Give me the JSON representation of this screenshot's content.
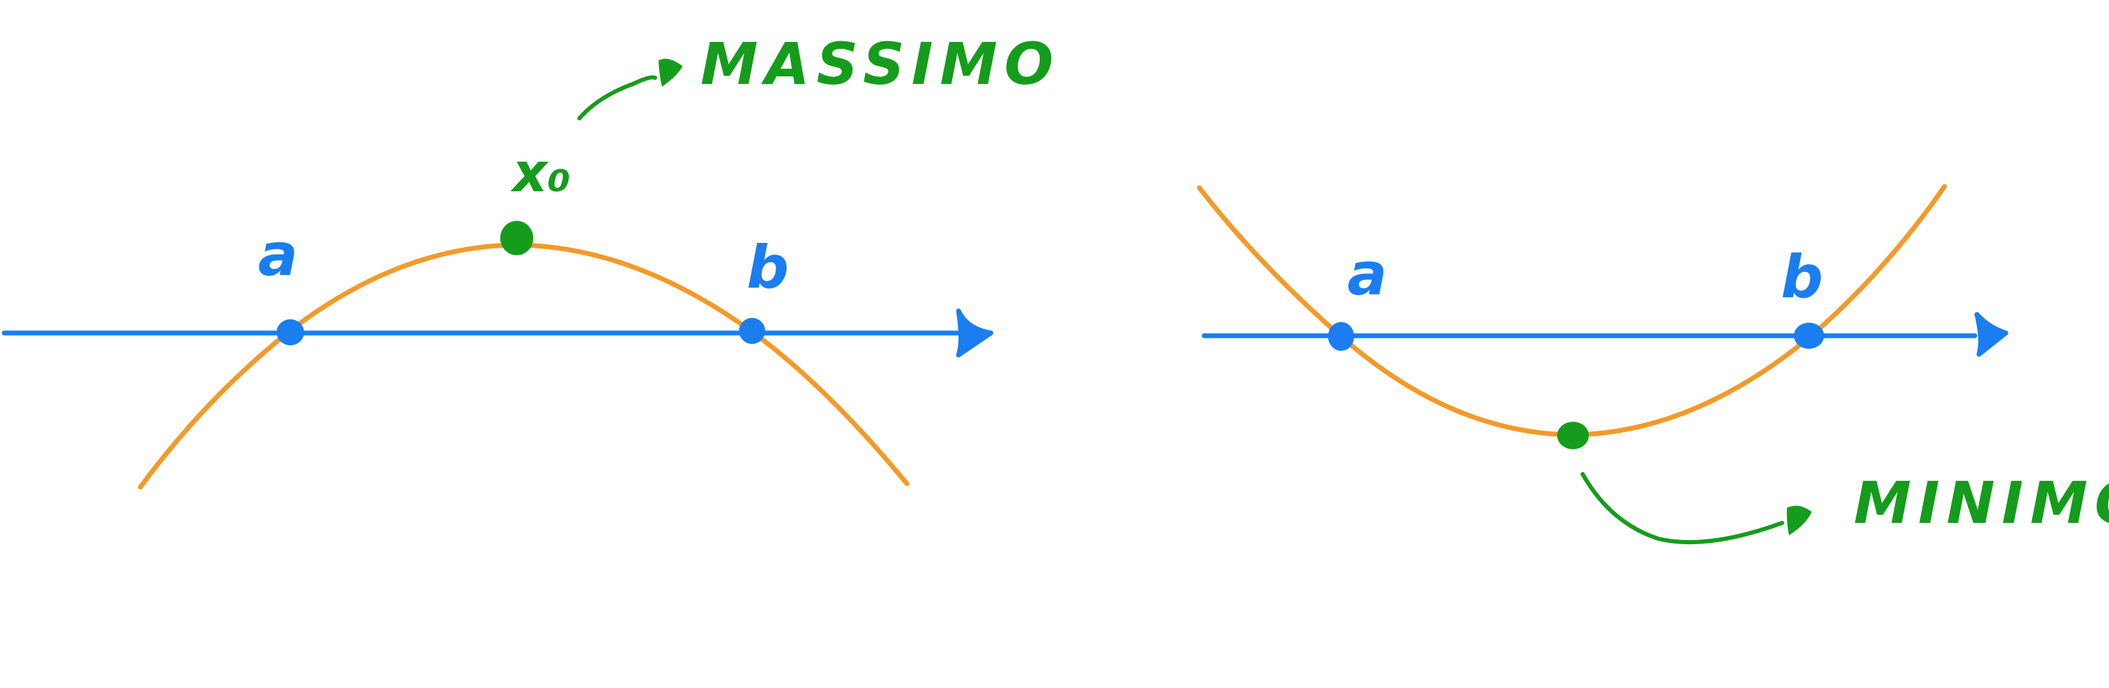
{
  "colors": {
    "axis": "#1a7ef0",
    "curve": "#f39a2a",
    "highlight": "#159c1c"
  },
  "left_panel": {
    "label_a": "a",
    "label_b": "b",
    "label_x0": "x₀",
    "label_extremum": "MASSIMO"
  },
  "right_panel": {
    "label_a": "a",
    "label_b": "b",
    "label_extremum": "MINIMO"
  }
}
